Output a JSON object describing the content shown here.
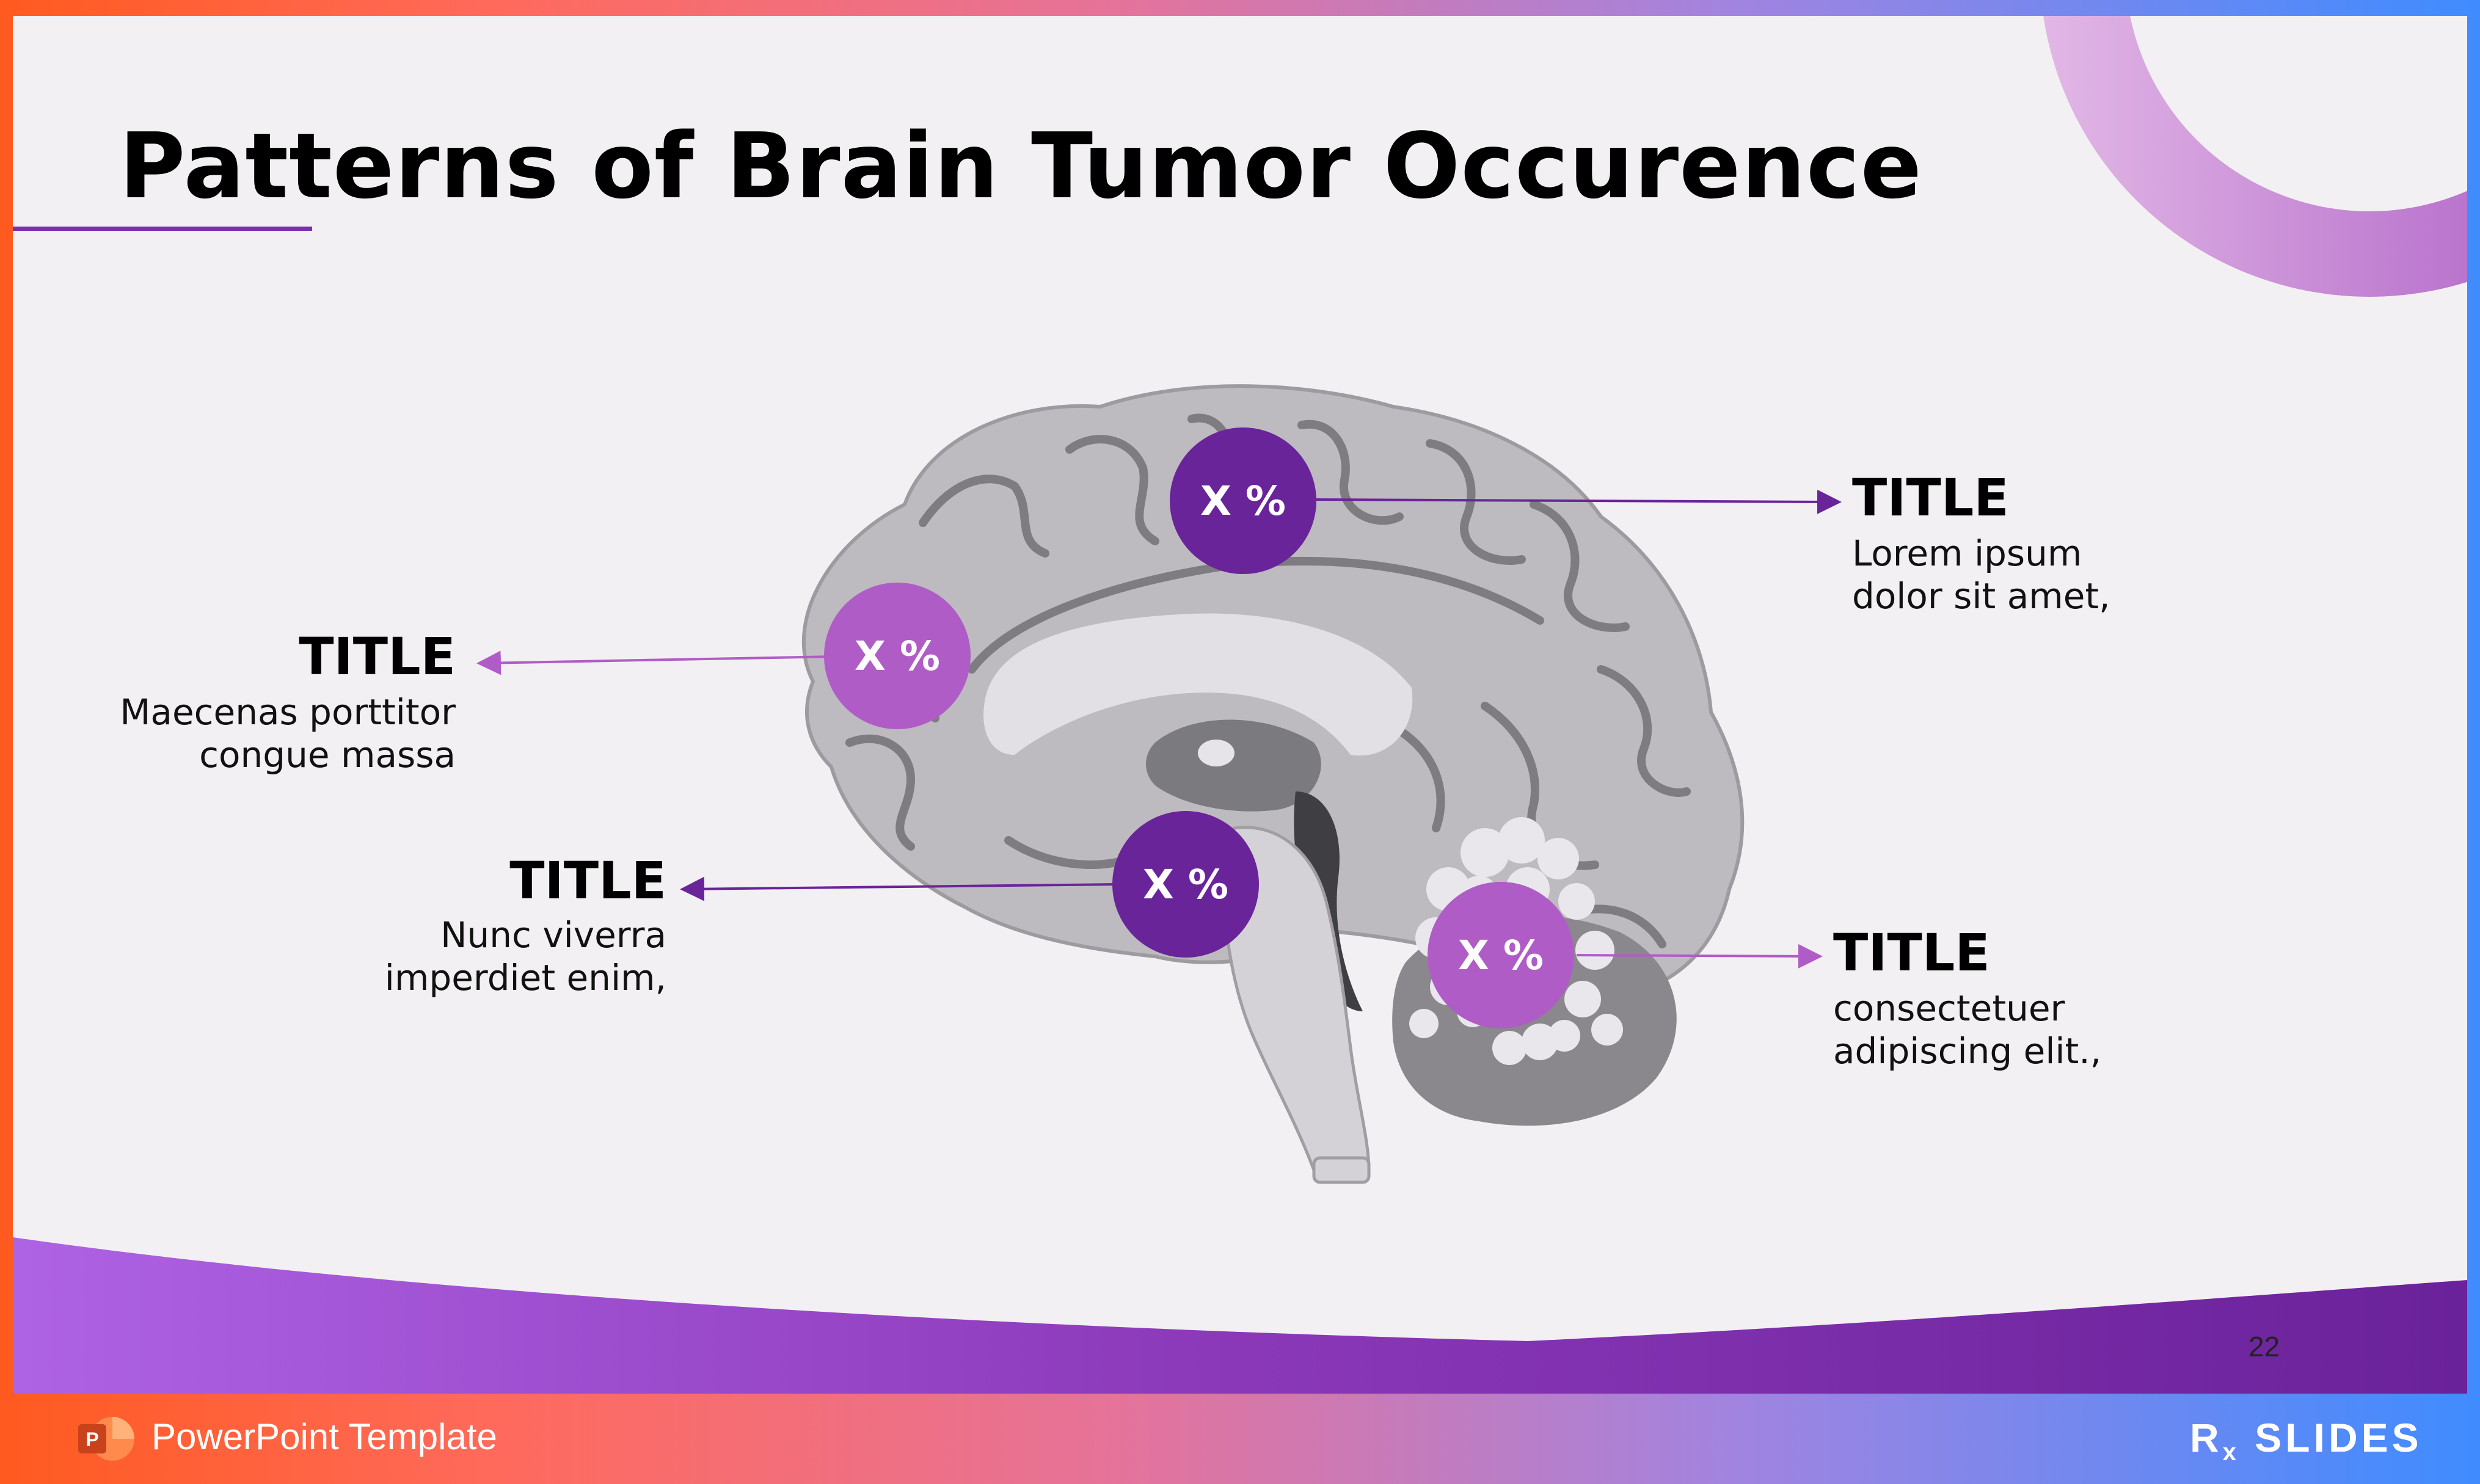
{
  "slide": {
    "title": "Patterns of Brain Tumor Occurence",
    "page_number": "22"
  },
  "markers": [
    {
      "value": "X %",
      "shade": "dark"
    },
    {
      "value": "X %",
      "shade": "light"
    },
    {
      "value": "X %",
      "shade": "dark"
    },
    {
      "value": "X %",
      "shade": "light"
    }
  ],
  "labels": [
    {
      "title": "TITLE",
      "line1": "Lorem ipsum",
      "line2": "dolor sit amet,"
    },
    {
      "title": "TITLE",
      "line1": "Maecenas porttitor",
      "line2": "congue massa"
    },
    {
      "title": "TITLE",
      "line1": "Nunc viverra",
      "line2": "imperdiet enim,"
    },
    {
      "title": "TITLE",
      "line1": "consectetuer",
      "line2": "adipiscing elit.,"
    }
  ],
  "footer": {
    "template_label": "PowerPoint Template",
    "brand": "SLIDES",
    "brand_prefix": "R"
  },
  "colors": {
    "accent_dark": "#6a249a",
    "accent_light": "#b05cc7",
    "slide_background": "#f3f0f3"
  },
  "icons": [
    "powerpoint-icon",
    "rxslides-logo",
    "brain-illustration"
  ]
}
